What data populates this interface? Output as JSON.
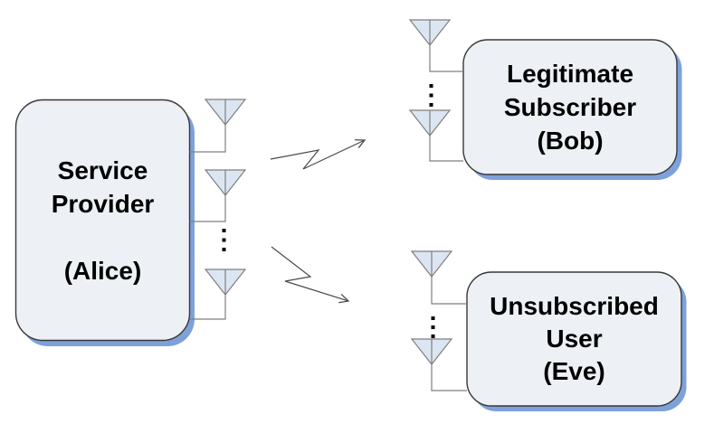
{
  "diagram": {
    "nodes": [
      {
        "id": "alice",
        "name": "Service Provider",
        "alias": "(Alice)",
        "antennas_shown": 3,
        "more_antennas_ellipsis": true
      },
      {
        "id": "bob",
        "name": "Legitimate Subscriber",
        "alias": "(Bob)",
        "antennas_shown": 2,
        "more_antennas_ellipsis": true
      },
      {
        "id": "eve",
        "name": "Unsubscribed User",
        "alias": "(Eve)",
        "antennas_shown": 2,
        "more_antennas_ellipsis": true
      }
    ],
    "links": [
      {
        "from": "alice",
        "to": "bob",
        "style": "zigzag-arrow"
      },
      {
        "from": "alice",
        "to": "eve",
        "style": "zigzag-arrow"
      }
    ],
    "colors": {
      "background": "#ffffff",
      "box_fill": "#edf1f6",
      "box_border": "#383838",
      "box_shadow": "#7fa1da",
      "antenna_fill": "#dce6f3",
      "wire": "#7f7f7f",
      "arrow": "#4a4a4a",
      "text": "#000000"
    }
  }
}
